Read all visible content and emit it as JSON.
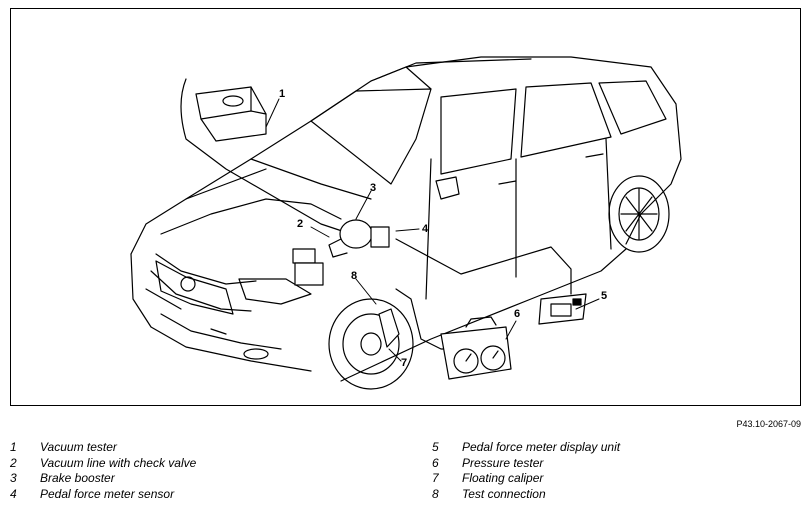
{
  "figure_ref": "P43.10-2067-09",
  "callouts": [
    "1",
    "2",
    "3",
    "4",
    "5",
    "6",
    "7",
    "8"
  ],
  "legend": [
    {
      "num": "1",
      "label": "Vacuum tester"
    },
    {
      "num": "2",
      "label": "Vacuum line with check valve"
    },
    {
      "num": "3",
      "label": "Brake booster"
    },
    {
      "num": "4",
      "label": "Pedal force meter sensor"
    },
    {
      "num": "5",
      "label": "Pedal force meter display unit"
    },
    {
      "num": "6",
      "label": "Pressure tester"
    },
    {
      "num": "7",
      "label": "Floating caliper"
    },
    {
      "num": "8",
      "label": "Test connection"
    }
  ]
}
